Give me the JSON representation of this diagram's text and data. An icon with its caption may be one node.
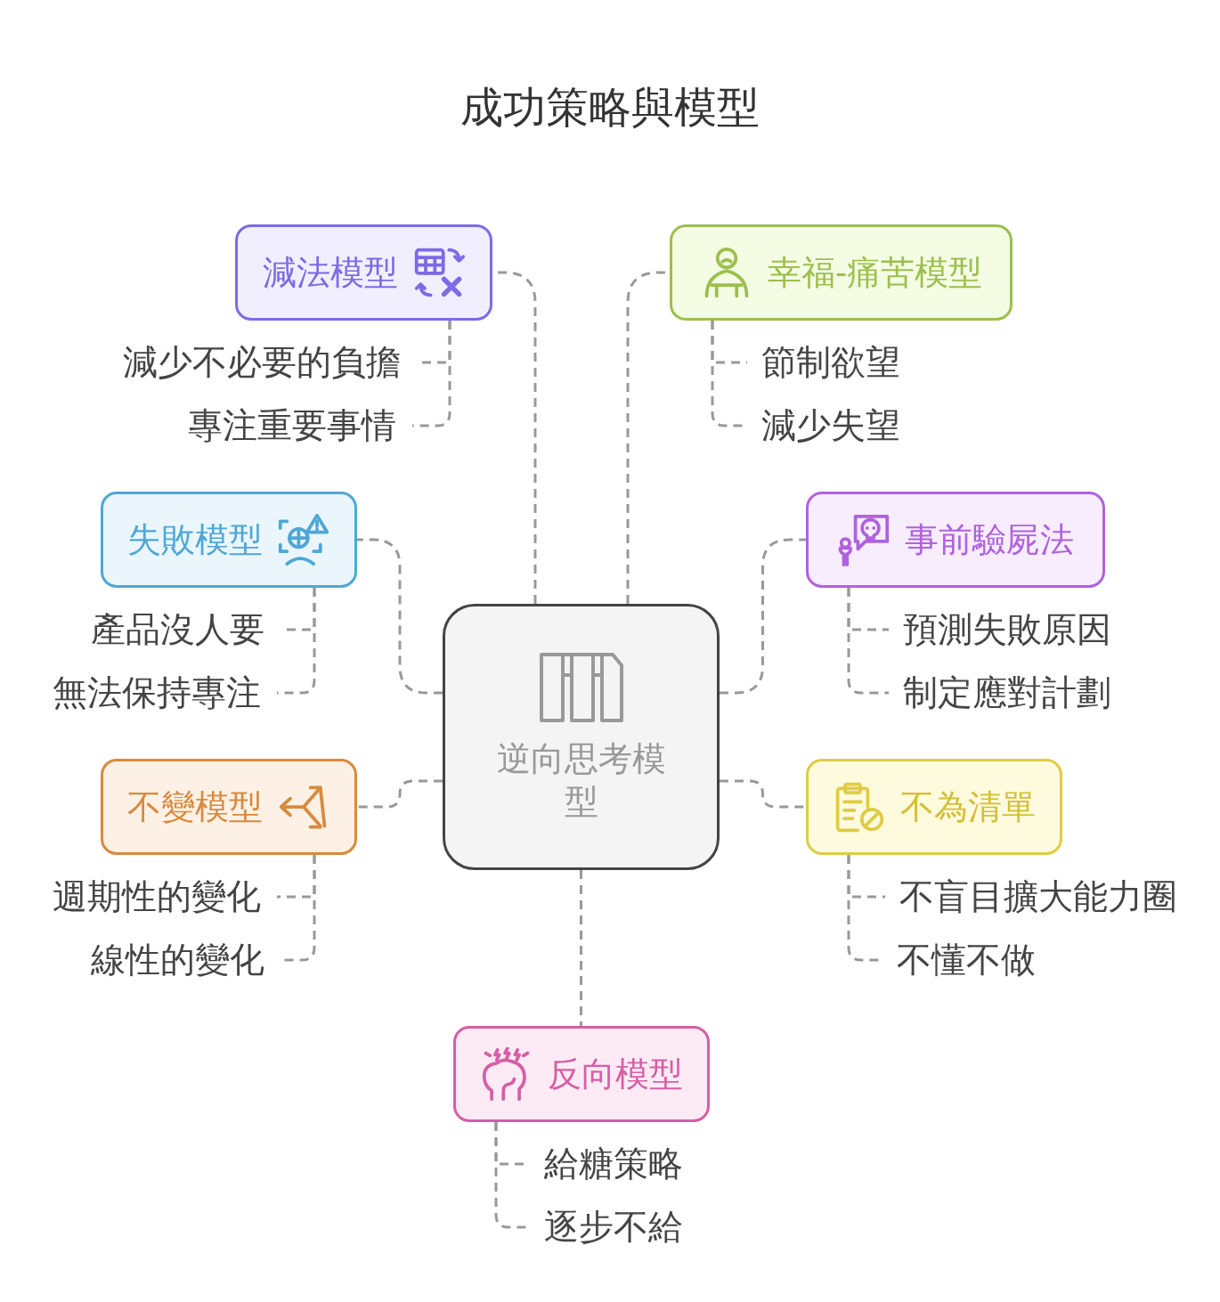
{
  "diagram": {
    "title": "成功策略與模型",
    "nodes": [
      {
        "text": [
          "逆向思考模型"
        ]
      },
      {
        "text": [
          "減法模型"
        ]
      },
      {
        "text": [
          "減少不必要的負擔"
        ]
      },
      {
        "text": [
          "專注重要事情"
        ]
      },
      {
        "text": [
          "幸福-痛苦模型"
        ]
      },
      {
        "text": [
          "節制欲望"
        ]
      },
      {
        "text": [
          "減少失望"
        ]
      },
      {
        "text": [
          "失敗模型"
        ]
      },
      {
        "text": [
          "產品沒人要"
        ]
      },
      {
        "text": [
          "無法保持專注"
        ]
      },
      {
        "text": [
          "事前驗屍法"
        ]
      },
      {
        "text": [
          "預測失敗原因"
        ]
      },
      {
        "text": [
          "制定應對計劃"
        ]
      },
      {
        "text": [
          "不變模型"
        ]
      },
      {
        "text": [
          "週期性的變化"
        ]
      },
      {
        "text": [
          "線性的變化"
        ]
      },
      {
        "text": [
          "不為清單"
        ]
      },
      {
        "text": [
          "不盲目擴大能力圈"
        ]
      },
      {
        "text": [
          "不懂不做"
        ]
      },
      {
        "text": [
          "反向模型"
        ]
      },
      {
        "text": [
          "給糖策略"
        ]
      },
      {
        "text": [
          "逐步不給"
        ]
      }
    ],
    "edges": [
      {
        "from": 0,
        "to": 1,
        "arrow": "none",
        "style": "dashed"
      },
      {
        "from": 1,
        "to": 2,
        "arrow": "none",
        "style": "dashed"
      },
      {
        "from": 1,
        "to": 3,
        "arrow": "none",
        "style": "dashed"
      },
      {
        "from": 0,
        "to": 4,
        "arrow": "none",
        "style": "dashed"
      },
      {
        "from": 4,
        "to": 5,
        "arrow": "none",
        "style": "dashed"
      },
      {
        "from": 4,
        "to": 6,
        "arrow": "none",
        "style": "dashed"
      },
      {
        "from": 0,
        "to": 7,
        "arrow": "none",
        "style": "dashed"
      },
      {
        "from": 7,
        "to": 8,
        "arrow": "none",
        "style": "dashed"
      },
      {
        "from": 7,
        "to": 9,
        "arrow": "none",
        "style": "dashed"
      },
      {
        "from": 0,
        "to": 10,
        "arrow": "none",
        "style": "dashed"
      },
      {
        "from": 10,
        "to": 11,
        "arrow": "none",
        "style": "dashed"
      },
      {
        "from": 10,
        "to": 12,
        "arrow": "none",
        "style": "dashed"
      },
      {
        "from": 0,
        "to": 13,
        "arrow": "none",
        "style": "dashed"
      },
      {
        "from": 13,
        "to": 14,
        "arrow": "none",
        "style": "dashed"
      },
      {
        "from": 13,
        "to": 15,
        "arrow": "none",
        "style": "dashed"
      },
      {
        "from": 0,
        "to": 16,
        "arrow": "none",
        "style": "dashed"
      },
      {
        "from": 16,
        "to": 17,
        "arrow": "none",
        "style": "dashed"
      },
      {
        "from": 16,
        "to": 18,
        "arrow": "none",
        "style": "dashed"
      },
      {
        "from": 0,
        "to": 19,
        "arrow": "none",
        "style": "dashed"
      },
      {
        "from": 19,
        "to": 20,
        "arrow": "none",
        "style": "dashed"
      },
      {
        "from": 19,
        "to": 21,
        "arrow": "none",
        "style": "dashed"
      }
    ]
  }
}
